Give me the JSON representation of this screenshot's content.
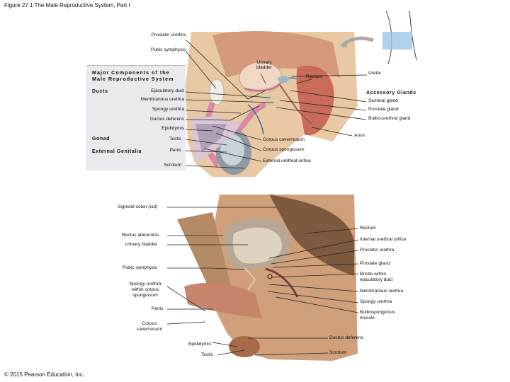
{
  "figure_title": "Figure 27.1 The Male Reproductive System, Part I",
  "copyright": "© 2015 Pearson Education, Inc.",
  "key": {
    "heading": "Major Components of the Male Reproductive System",
    "ducts": "Ducts",
    "gonad": "Gonad",
    "external_genitalia": "External Genitalia",
    "accessory_glands": "Accessory Glands"
  },
  "top_labels": {
    "prostatic_urethra": "Prostatic urethra",
    "pubic_symphysis": "Pubic symphysis",
    "urinary_bladder": "Urinary bladder",
    "rectum": "Rectum",
    "ureter": "Ureter",
    "ejaculatory_duct": "Ejaculatory duct",
    "membranous_urethra": "Membranous urethra",
    "spongy_urethra": "Spongy urethra",
    "ductus_deferens": "Ductus deferens",
    "epididymis": "Epididymis",
    "testis": "Testis",
    "penis": "Penis",
    "scrotum": "Scrotum",
    "seminal_gland": "Seminal gland",
    "prostate_gland": "Prostate gland",
    "bulbo_urethral_gland": "Bulbo-urethral gland",
    "anus": "Anus",
    "corpus_cavernosum": "Corpus cavernosum",
    "corpus_spongiosum": "Corpus spongiosum",
    "external_urethral_orifice": "External urethral orifice"
  },
  "bottom_labels": {
    "sigmoid_colon": "Sigmoid colon (cut)",
    "rectus_abdominis": "Rectus abdominis",
    "urinary_bladder": "Urinary bladder",
    "pubic_symphysis": "Pubic symphysis",
    "spongy_urethra_within": "Spongy urethra within corpus spongiosum",
    "penis": "Penis",
    "corpus_cavernosum": "Corpus cavernosum",
    "epididymis": "Epididymis",
    "testis": "Testis",
    "rectum": "Rectum",
    "internal_urethral_orifice": "Internal urethral orifice",
    "prostatic_urethra": "Prostatic urethra",
    "prostate_gland": "Prostate gland",
    "bristle": "Bristle within ejaculatory duct",
    "membranous_urethra": "Membranous urethra",
    "spongy_urethra": "Spongy urethra",
    "bulbospongiosus": "Bulbospongiosus muscle",
    "ductus_deferens": "Ductus deferens",
    "scrotum": "Scrotum"
  }
}
